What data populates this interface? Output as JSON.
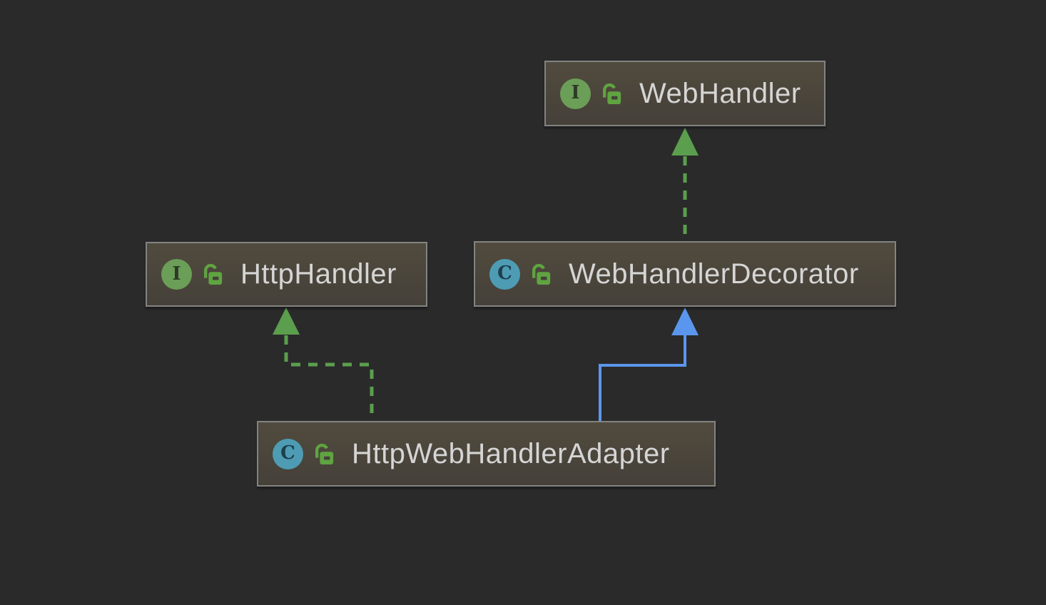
{
  "diagram": {
    "type": "uml-class-diagram",
    "theme": "dark"
  },
  "colors": {
    "background": "#2a2a2b",
    "node_background_top": "#514b3e",
    "node_background_bottom": "#454039",
    "node_border": "#838383",
    "node_text": "#d5d5d5",
    "interface_icon": "#6b9e57",
    "class_icon": "#4d9cb4",
    "lock_icon": "#5fa441",
    "implements_edge": "#5b9e4d",
    "extends_edge": "#5b96ee"
  },
  "nodes": [
    {
      "id": "WebHandler",
      "kind": "interface",
      "icon_letter": "I",
      "label": "WebHandler"
    },
    {
      "id": "HttpHandler",
      "kind": "interface",
      "icon_letter": "I",
      "label": "HttpHandler"
    },
    {
      "id": "WebHandlerDecorator",
      "kind": "class",
      "icon_letter": "C",
      "label": "WebHandlerDecorator"
    },
    {
      "id": "HttpWebHandlerAdapter",
      "kind": "class",
      "icon_letter": "C",
      "label": "HttpWebHandlerAdapter"
    }
  ],
  "edges": [
    {
      "from": "WebHandlerDecorator",
      "to": "WebHandler",
      "relation": "implements",
      "line_style": "dashed",
      "color": "#5b9e4d"
    },
    {
      "from": "HttpWebHandlerAdapter",
      "to": "HttpHandler",
      "relation": "implements",
      "line_style": "dashed",
      "color": "#5b9e4d"
    },
    {
      "from": "HttpWebHandlerAdapter",
      "to": "WebHandlerDecorator",
      "relation": "extends",
      "line_style": "solid",
      "color": "#5b96ee"
    }
  ]
}
